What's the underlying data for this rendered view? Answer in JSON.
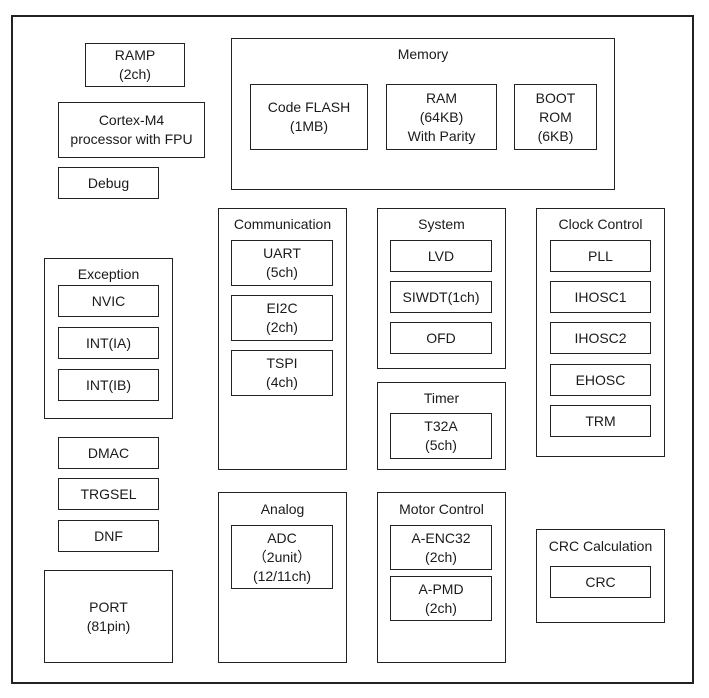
{
  "blocks": {
    "ramp": "RAMP\n(2ch)",
    "cortex": "Cortex-M4\nprocessor with FPU",
    "debug": "Debug",
    "dmac": "DMAC",
    "trgsel": "TRGSEL",
    "dnf": "DNF",
    "port": "PORT\n(81pin)"
  },
  "memory": {
    "title": "Memory",
    "code_flash": "Code FLASH\n(1MB)",
    "ram": "RAM\n(64KB)\nWith Parity",
    "boot_rom": "BOOT\nROM\n(6KB)"
  },
  "exception": {
    "title": "Exception",
    "nvic": "NVIC",
    "int_ia": "INT(IA)",
    "int_ib": "INT(IB)"
  },
  "communication": {
    "title": "Communication",
    "uart": "UART\n(5ch)",
    "ei2c": "EI2C\n(2ch)",
    "tspi": "TSPI\n(4ch)"
  },
  "system": {
    "title": "System",
    "lvd": "LVD",
    "siwdt": "SIWDT(1ch)",
    "ofd": "OFD"
  },
  "timer": {
    "title": "Timer",
    "t32a": "T32A\n(5ch)"
  },
  "clock": {
    "title": "Clock Control",
    "pll": "PLL",
    "ihosc1": "IHOSC1",
    "ihosc2": "IHOSC2",
    "ehosc": "EHOSC",
    "trm": "TRM"
  },
  "analog": {
    "title": "Analog",
    "adc": "ADC\n（2unit）\n(12/11ch)"
  },
  "motor": {
    "title": "Motor Control",
    "a_enc32": "A-ENC32\n(2ch)",
    "a_pmd": "A-PMD\n(2ch)"
  },
  "crc": {
    "title": "CRC Calculation",
    "crc": "CRC"
  }
}
